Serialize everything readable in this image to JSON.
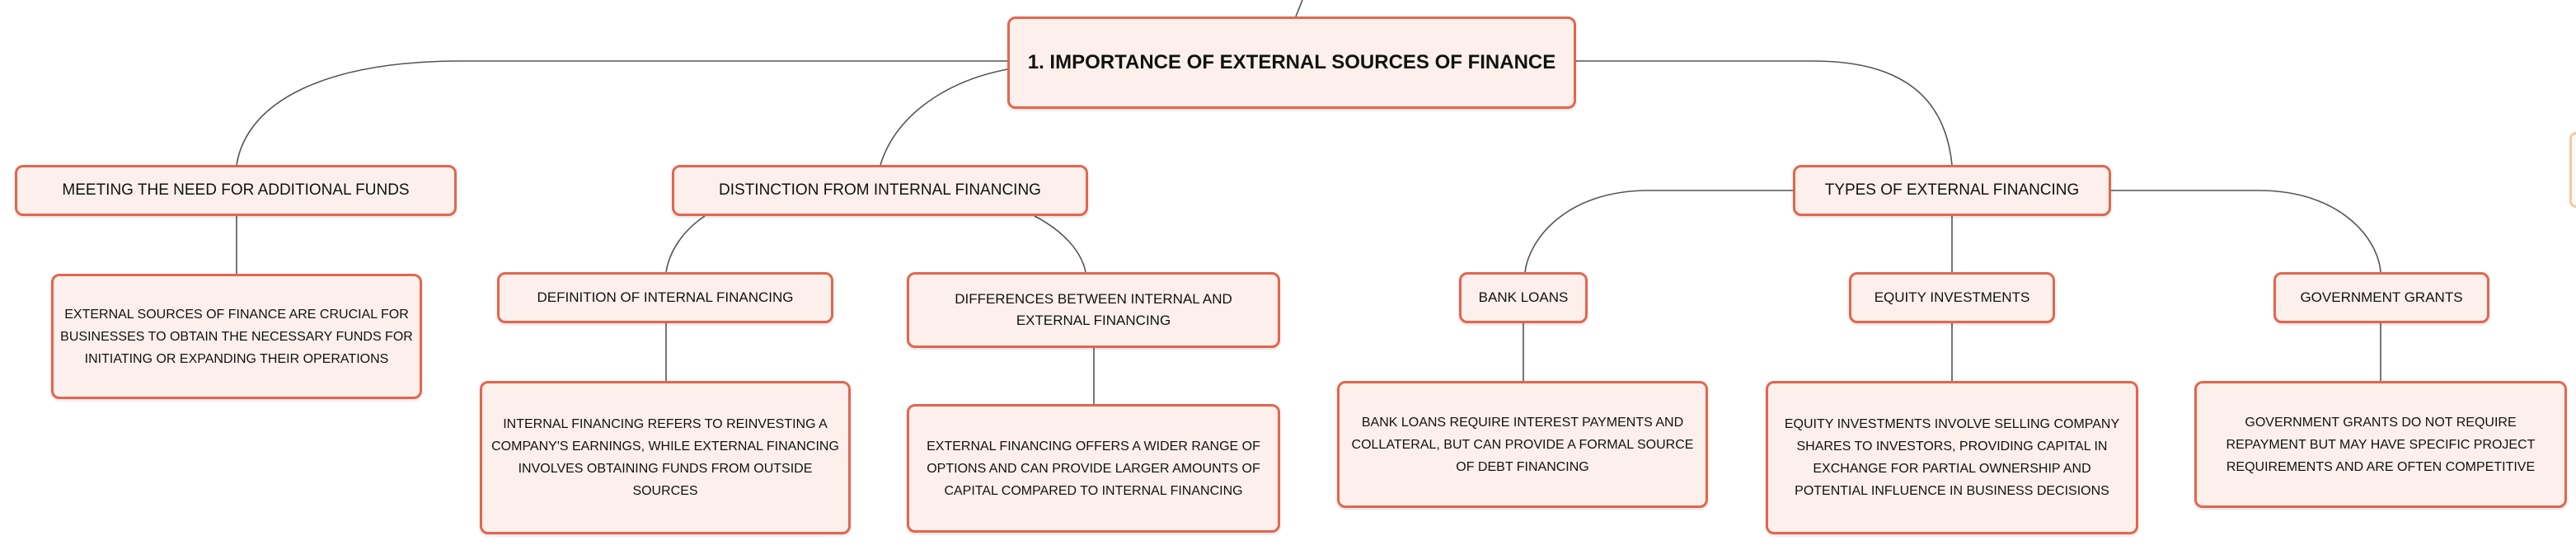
{
  "root": {
    "title": "1. IMPORTANCE OF EXTERNAL SOURCES OF FINANCE"
  },
  "branches": [
    {
      "label": "MEETING THE NEED FOR ADDITIONAL FUNDS",
      "detail": "EXTERNAL SOURCES OF FINANCE ARE CRUCIAL FOR BUSINESSES TO OBTAIN THE NECESSARY FUNDS FOR INITIATING OR EXPANDING THEIR OPERATIONS"
    },
    {
      "label": "DISTINCTION FROM INTERNAL FINANCING",
      "children": [
        {
          "label": "DEFINITION OF INTERNAL FINANCING",
          "detail": "INTERNAL FINANCING REFERS TO REINVESTING A COMPANY'S EARNINGS, WHILE EXTERNAL FINANCING INVOLVES OBTAINING FUNDS FROM OUTSIDE SOURCES"
        },
        {
          "label": "DIFFERENCES BETWEEN INTERNAL AND EXTERNAL FINANCING",
          "detail": "EXTERNAL FINANCING OFFERS A WIDER RANGE OF OPTIONS AND CAN PROVIDE LARGER AMOUNTS OF CAPITAL COMPARED TO INTERNAL FINANCING"
        }
      ]
    },
    {
      "label": "TYPES OF EXTERNAL FINANCING",
      "children": [
        {
          "label": "BANK LOANS",
          "detail": "BANK LOANS REQUIRE INTEREST PAYMENTS AND COLLATERAL, BUT CAN PROVIDE A FORMAL SOURCE OF DEBT FINANCING"
        },
        {
          "label": "EQUITY INVESTMENTS",
          "detail": "EQUITY INVESTMENTS INVOLVE SELLING COMPANY SHARES TO INVESTORS, PROVIDING CAPITAL IN EXCHANGE FOR PARTIAL OWNERSHIP AND POTENTIAL INFLUENCE IN BUSINESS DECISIONS"
        },
        {
          "label": "GOVERNMENT GRANTS",
          "detail": "GOVERNMENT GRANTS DO NOT REQUIRE REPAYMENT BUT MAY HAVE SPECIFIC PROJECT REQUIREMENTS AND ARE OFTEN COMPETITIVE"
        }
      ]
    }
  ]
}
